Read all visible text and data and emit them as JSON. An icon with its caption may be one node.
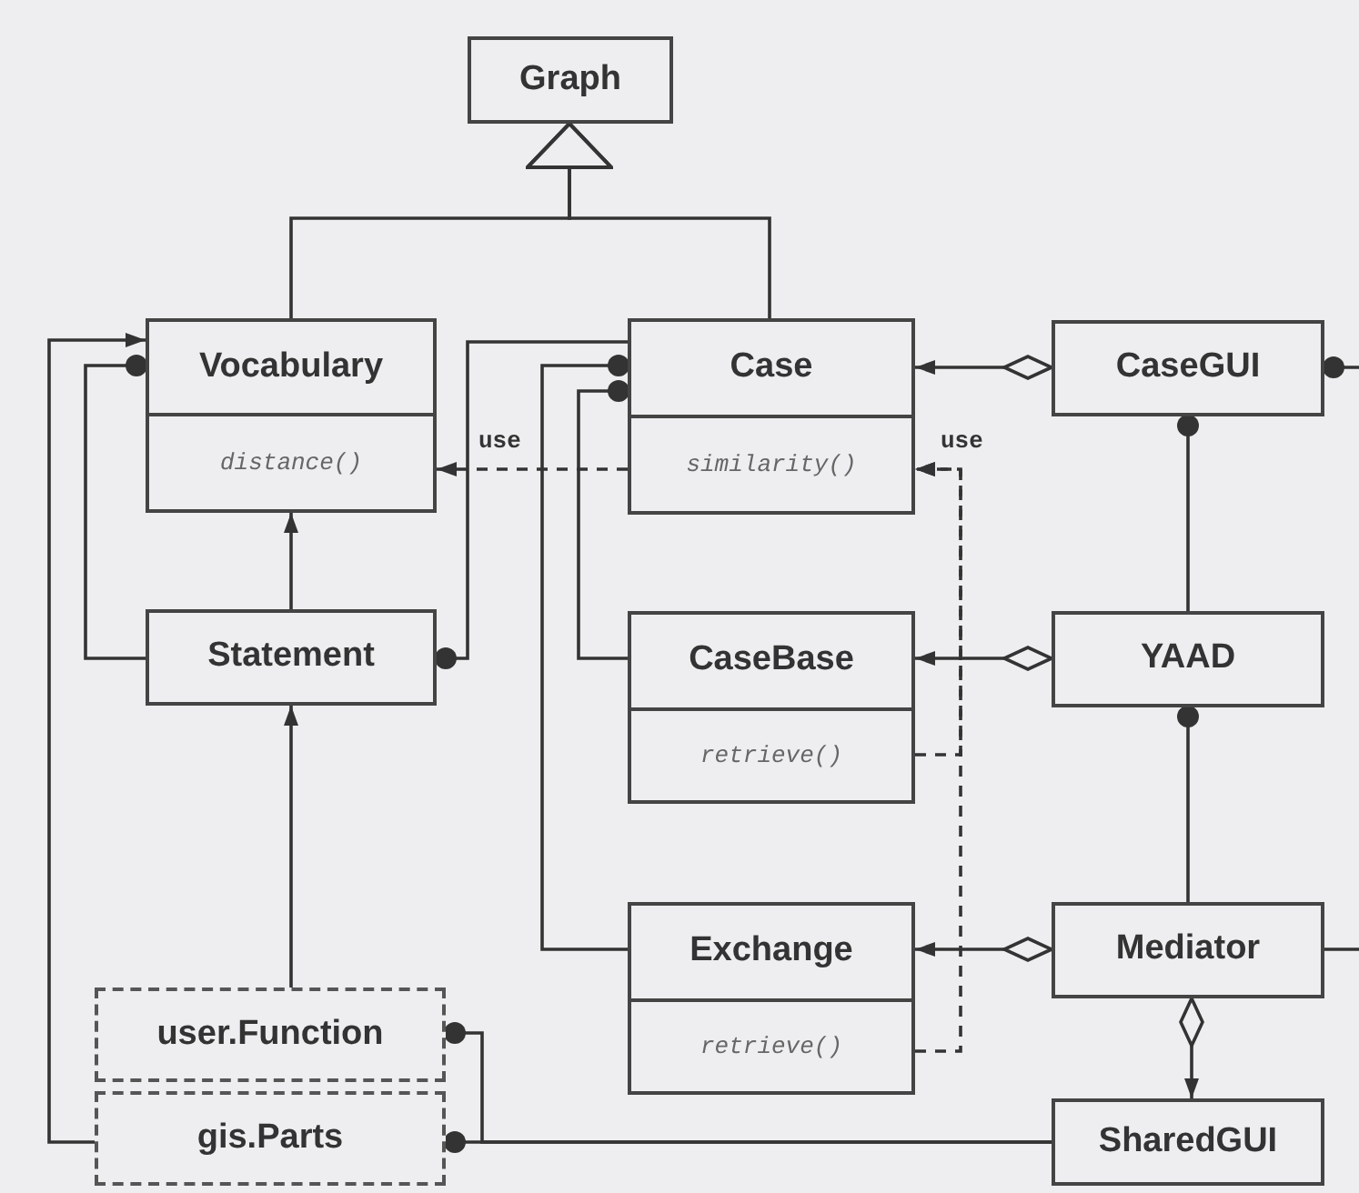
{
  "diagram": {
    "nodes": [
      {
        "text": [
          "Graph"
        ]
      },
      {
        "text": [
          "Vocabulary",
          "distance()"
        ]
      },
      {
        "text": [
          "Case",
          "similarity()"
        ]
      },
      {
        "text": [
          "CaseGUI"
        ]
      },
      {
        "text": [
          "Statement"
        ]
      },
      {
        "text": [
          "CaseBase",
          "retrieve()"
        ]
      },
      {
        "text": [
          "YAAD"
        ]
      },
      {
        "text": [
          "Exchange",
          "retrieve()"
        ]
      },
      {
        "text": [
          "Mediator"
        ]
      },
      {
        "text": [
          "user.Function"
        ]
      },
      {
        "text": [
          "gis.Parts"
        ]
      },
      {
        "text": [
          "SharedGUI"
        ]
      }
    ],
    "edges": [
      {
        "from": 1,
        "to": 0,
        "arrow": "to"
      },
      {
        "from": 2,
        "to": 0,
        "arrow": "to"
      },
      {
        "from": 2,
        "to": 1,
        "arrow": "to",
        "label": "use",
        "style": "dashed"
      },
      {
        "from": 5,
        "to": 2,
        "arrow": "to",
        "label": "use",
        "style": "dashed"
      },
      {
        "from": 7,
        "to": 2,
        "arrow": "to",
        "style": "dashed"
      },
      {
        "from": 3,
        "to": 2,
        "arrow": "to"
      },
      {
        "from": 6,
        "to": 5,
        "arrow": "to"
      },
      {
        "from": 8,
        "to": 7,
        "arrow": "to"
      },
      {
        "from": 8,
        "to": 11,
        "arrow": "to"
      },
      {
        "from": 6,
        "to": 3,
        "arrow": "other"
      },
      {
        "from": 8,
        "to": 6,
        "arrow": "other"
      },
      {
        "from": null,
        "to": 3,
        "arrow": "other"
      },
      {
        "from": 8,
        "to": null,
        "arrow": "none"
      },
      {
        "from": 2,
        "to": 4,
        "arrow": "other"
      },
      {
        "from": 5,
        "to": 2,
        "arrow": "other"
      },
      {
        "from": 7,
        "to": 2,
        "arrow": "other"
      },
      {
        "from": 4,
        "to": 1,
        "arrow": "other"
      },
      {
        "from": 4,
        "to": 1,
        "arrow": "to"
      },
      {
        "from": 10,
        "to": 1,
        "arrow": "to"
      },
      {
        "from": 9,
        "to": 4,
        "arrow": "to"
      },
      {
        "from": 11,
        "to": 9,
        "arrow": "other"
      },
      {
        "from": 11,
        "to": 10,
        "arrow": "other"
      }
    ]
  }
}
